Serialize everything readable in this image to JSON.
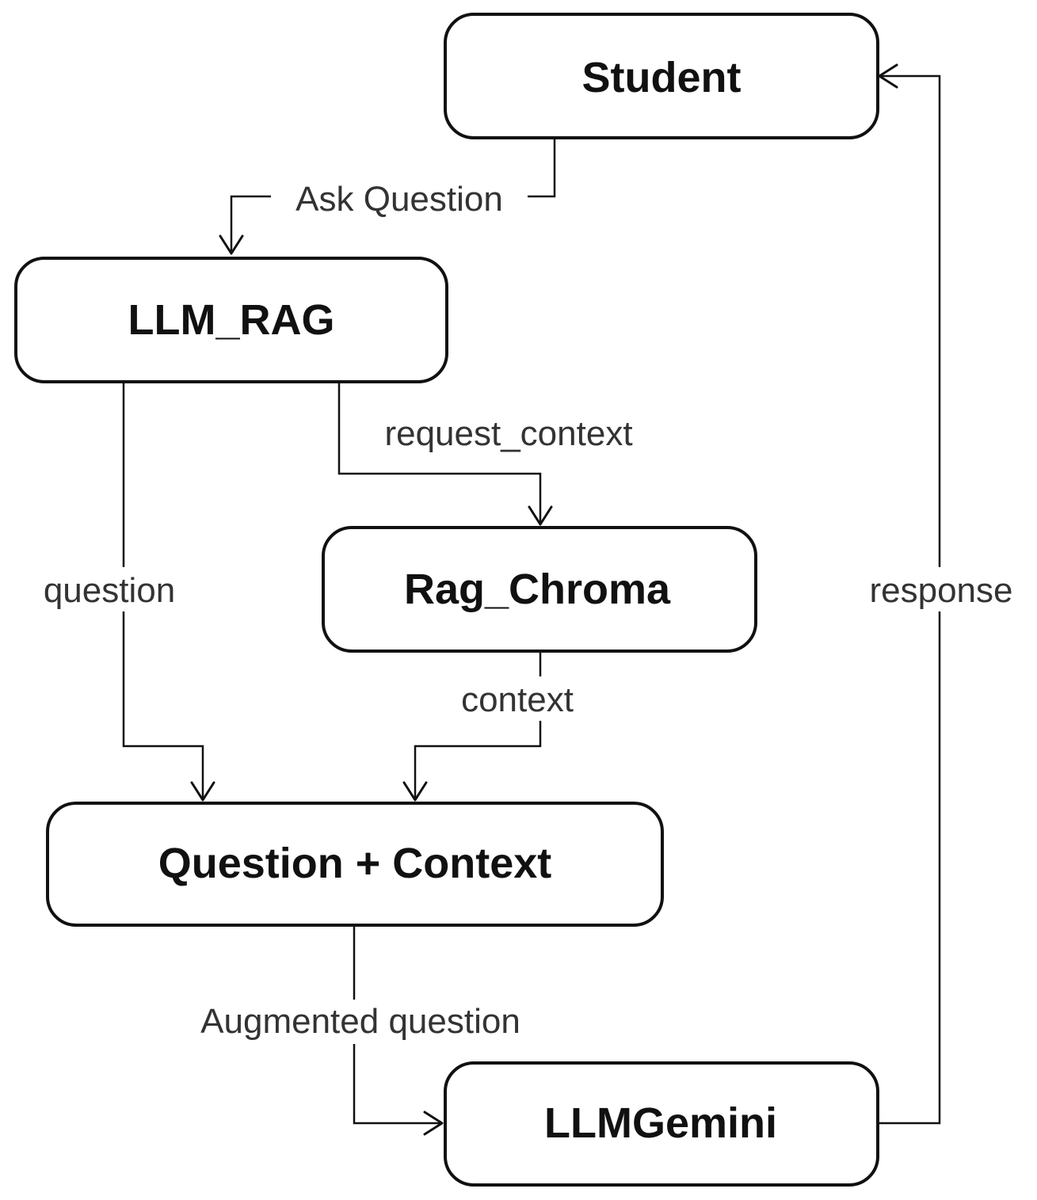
{
  "diagram": {
    "nodes": {
      "student": "Student",
      "llm_rag": "LLM_RAG",
      "rag_chroma": "Rag_Chroma",
      "question_context": "Question + Context",
      "llm_gemini": "LLMGemini"
    },
    "edges": {
      "ask_question": "Ask Question",
      "request_context": "request_context",
      "question": "question",
      "context": "context",
      "augmented_question": "Augmented question",
      "response": "response"
    }
  }
}
